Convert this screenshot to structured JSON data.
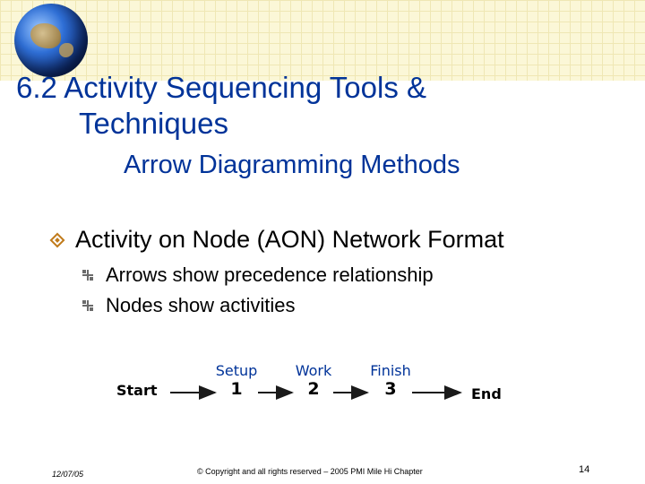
{
  "slide": {
    "title_line1": "6.2 Activity Sequencing Tools &",
    "title_line2": "Techniques",
    "subtitle": "Arrow Diagramming Methods",
    "bullet": "Activity on Node (AON) Network Format",
    "sub_bullets": [
      "Arrows show precedence relationship",
      "Nodes show activities"
    ]
  },
  "diagram": {
    "start": "Start",
    "nodes": [
      {
        "label": "Setup",
        "num": "1"
      },
      {
        "label": "Work",
        "num": "2"
      },
      {
        "label": "Finish",
        "num": "3"
      }
    ],
    "end": "End",
    "arrow_color": "#1a1a1a"
  },
  "footer": {
    "date": "12/07/05",
    "copyright": "© Copyright and all rights reserved – 2005 PMI Mile Hi Chapter",
    "page": "14"
  },
  "colors": {
    "title": "#003399",
    "bullet_icon": "#c07a1a",
    "header_grid": "#fbf7d7"
  }
}
